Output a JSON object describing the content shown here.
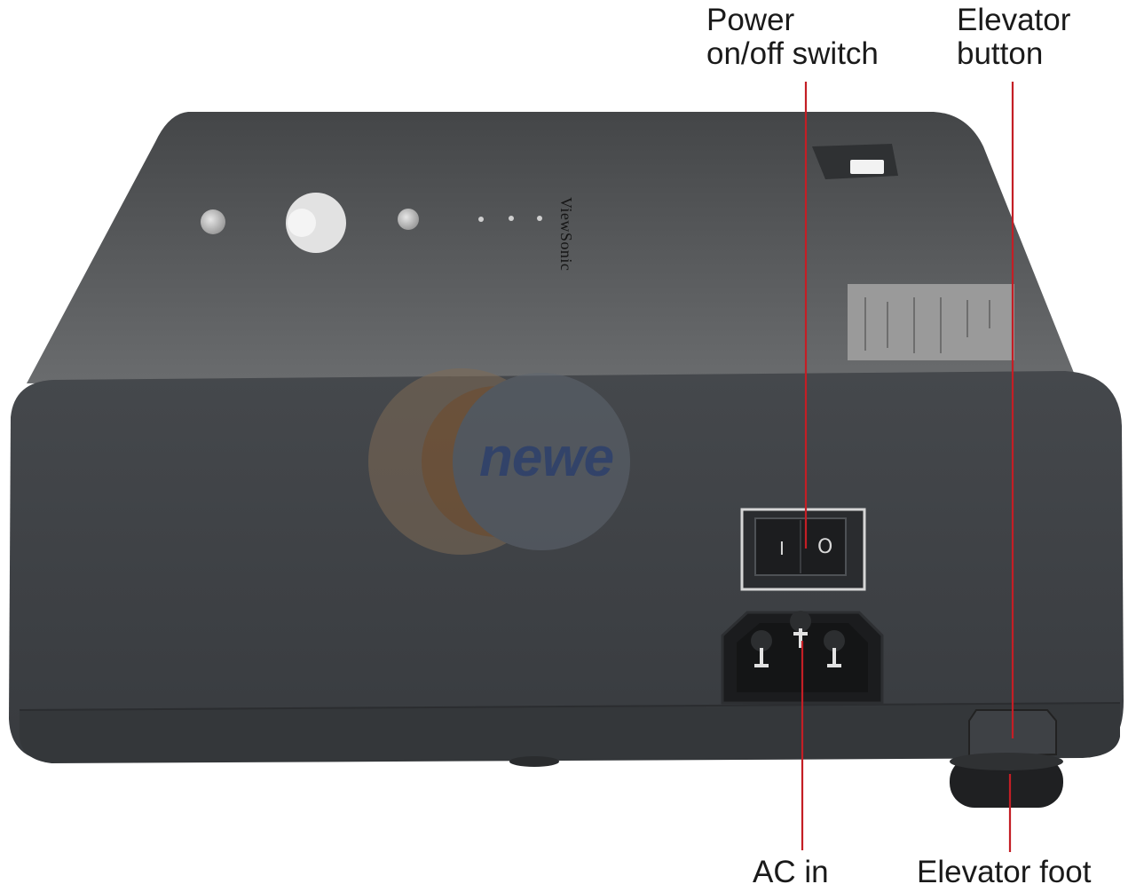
{
  "callouts": {
    "power_switch": "Power\non/off switch",
    "elevator_button": "Elevator\nbutton",
    "ac_in": "AC in",
    "elevator_foot": "Elevator foot"
  },
  "product": {
    "brand": "ViewSonic"
  },
  "watermark": {
    "text": "newe"
  },
  "switch_marks": {
    "on": "I",
    "off": "O"
  },
  "colors": {
    "leader_line": "#c41e25",
    "body_top": "#5a5a5a",
    "body_front": "#3f4246",
    "label_plate": "#9a9a9a"
  }
}
